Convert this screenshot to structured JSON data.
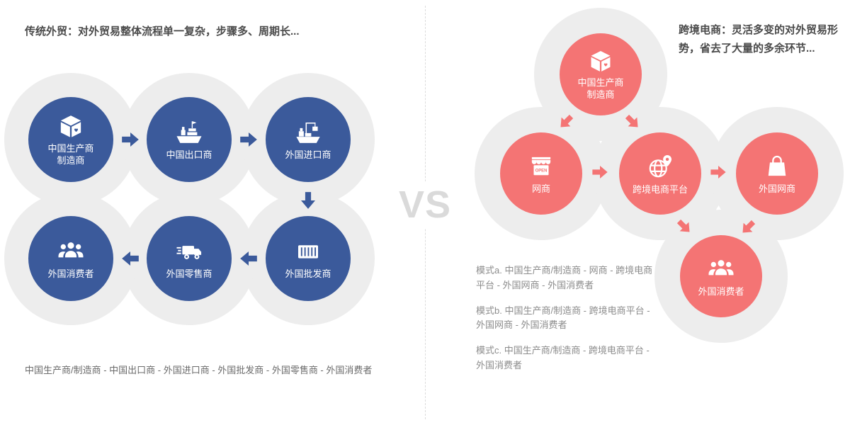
{
  "left": {
    "title": "传统外贸：对外贸易整体流程单一复杂，步骤多、周期长...",
    "caption": "中国生产商/制造商 - 中国出口商 - 外国进口商 - 外国批发商 - 外国零售商 - 外国消费者",
    "nodes": [
      {
        "line1": "中国生产商",
        "line2": "制造商",
        "icon": "package-box-icon"
      },
      {
        "line1": "中国出口商",
        "icon": "cargo-ship-icon"
      },
      {
        "line1": "外国进口商",
        "icon": "import-ship-crane-icon"
      },
      {
        "line1": "外国批发商",
        "icon": "container-icon"
      },
      {
        "line1": "外国零售商",
        "icon": "delivery-truck-icon"
      },
      {
        "line1": "外国消费者",
        "icon": "people-group-icon"
      }
    ]
  },
  "divider": {
    "vs_label": "VS"
  },
  "right": {
    "title": "跨境电商：灵活多变的对外贸易形势，省去了大量的多余环节...",
    "nodes": [
      {
        "line1": "中国生产商",
        "line2": "制造商",
        "icon": "package-box-icon"
      },
      {
        "line1": "网商",
        "icon": "storefront-icon",
        "sign": "OPEN"
      },
      {
        "line1": "跨境电商平台",
        "icon": "globe-pins-icon"
      },
      {
        "line1": "外国网商",
        "icon": "shopping-bag-icon"
      },
      {
        "line1": "外国消费者",
        "icon": "people-group-icon"
      }
    ],
    "modes": [
      "模式a. 中国生产商/制造商 - 网商 - 跨境电商平台 - 外国网商 - 外国消费者",
      "模式b. 中国生产商/制造商 - 跨境电商平台 - 外国网商 - 外国消费者",
      "模式c. 中国生产商/制造商 - 跨境电商平台 - 外国消费者"
    ]
  },
  "colors": {
    "traditional_blue": "#3b5a9b",
    "crossborder_red": "#f47474",
    "halo_gray": "#ededed"
  }
}
